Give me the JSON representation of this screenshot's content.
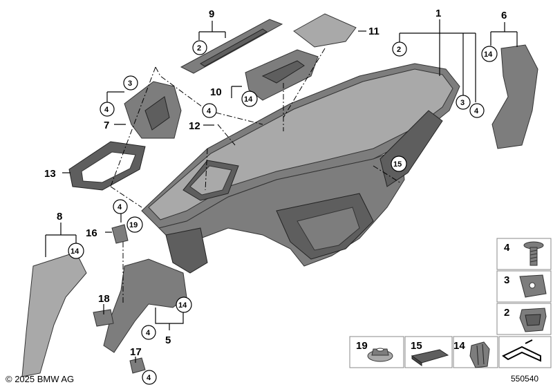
{
  "callouts": {
    "c1": "1",
    "c2a": "2",
    "c3a": "3",
    "c4a": "4",
    "c6": "6",
    "c14a": "14",
    "c9": "9",
    "c2b": "2",
    "c11": "11",
    "c3b": "3",
    "c4b": "4",
    "c7": "7",
    "c4c": "4",
    "c12": "12",
    "c10": "10",
    "c14b": "14",
    "c13": "13",
    "c15": "15",
    "c8": "8",
    "c14c": "14",
    "c4d": "4",
    "c16": "16",
    "c19a": "19",
    "c18": "18",
    "c14d": "14",
    "c4e": "4",
    "c5": "5",
    "c17": "17",
    "c4f": "4"
  },
  "legend": {
    "screw": "4",
    "clip_nut": "3",
    "spring_clip": "2",
    "nut": "19",
    "foam_pad": "15",
    "expanding_clip": "14"
  },
  "footer": {
    "copyright": "© 2025 BMW AG",
    "diagram_id": "550540"
  }
}
